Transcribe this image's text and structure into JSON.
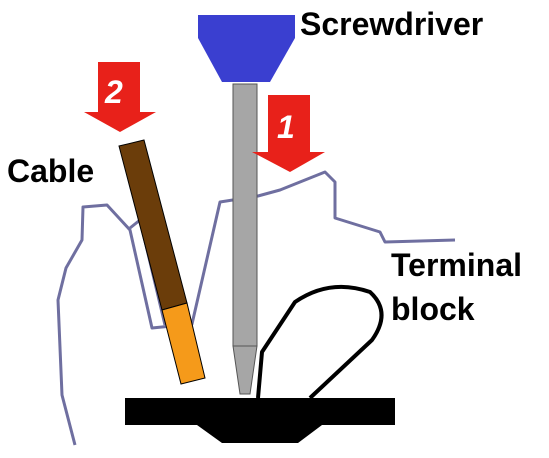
{
  "labels": {
    "screwdriver": "Screwdriver",
    "cable": "Cable",
    "terminal_line1": "Terminal",
    "terminal_line2": "block"
  },
  "steps": {
    "step1": "1",
    "step2": "2"
  },
  "colors": {
    "screwdriver_handle": "#3a3fd0",
    "screwdriver_shaft": "#a6a6a6",
    "cable_jacket": "#6b3d0a",
    "cable_conductor": "#f59a1a",
    "arrow": "#e8211a",
    "housing_outline": "#6f6fa0",
    "base": "#000000"
  }
}
